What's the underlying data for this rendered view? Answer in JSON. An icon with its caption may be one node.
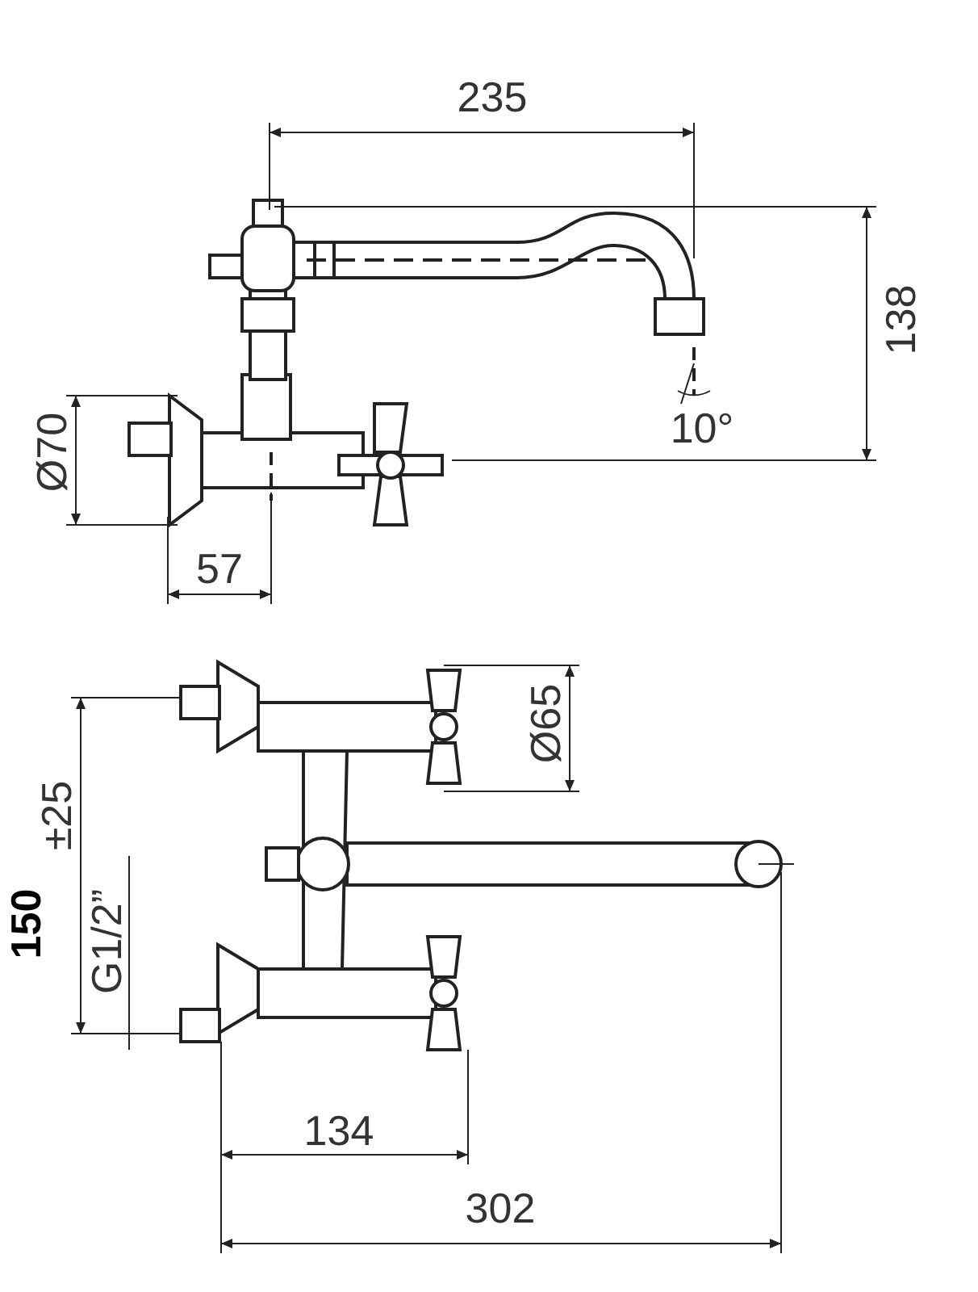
{
  "diagram": {
    "labels": [
      "235",
      "138",
      "10°",
      "Ø70",
      "57",
      "Ø65",
      "±25",
      "150",
      "G1/2”",
      "134",
      "302"
    ]
  }
}
